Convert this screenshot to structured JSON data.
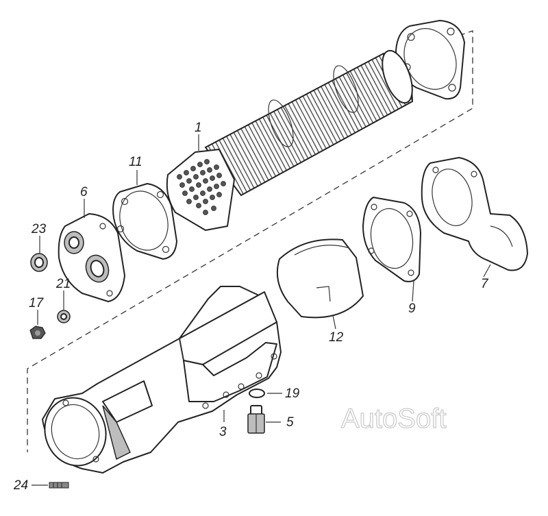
{
  "watermark": "AutoSoft",
  "callouts": [
    {
      "id": "1",
      "text": "1"
    },
    {
      "id": "3",
      "text": "3"
    },
    {
      "id": "5",
      "text": "5"
    },
    {
      "id": "6",
      "text": "6"
    },
    {
      "id": "7",
      "text": "7"
    },
    {
      "id": "9",
      "text": "9"
    },
    {
      "id": "11",
      "text": "11"
    },
    {
      "id": "12",
      "text": "12"
    },
    {
      "id": "17",
      "text": "17"
    },
    {
      "id": "19",
      "text": "19"
    },
    {
      "id": "21",
      "text": "21"
    },
    {
      "id": "23",
      "text": "23"
    },
    {
      "id": "24",
      "text": "24"
    }
  ]
}
